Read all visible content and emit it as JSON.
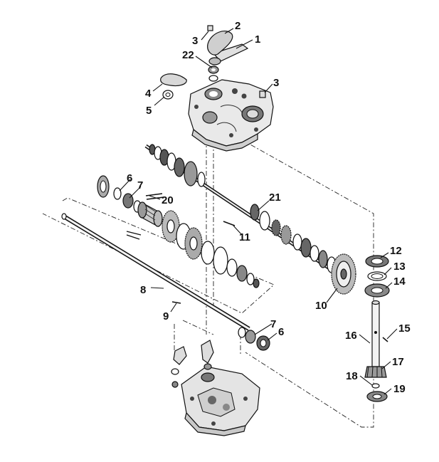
{
  "diagram": {
    "callouts": [
      {
        "id": "c1",
        "label": "1"
      },
      {
        "id": "c2",
        "label": "2"
      },
      {
        "id": "c3a",
        "label": "3"
      },
      {
        "id": "c3b",
        "label": "3"
      },
      {
        "id": "c22",
        "label": "22"
      },
      {
        "id": "c4",
        "label": "4"
      },
      {
        "id": "c5",
        "label": "5"
      },
      {
        "id": "c6a",
        "label": "6"
      },
      {
        "id": "c7a",
        "label": "7"
      },
      {
        "id": "c20",
        "label": "20"
      },
      {
        "id": "c21",
        "label": "21"
      },
      {
        "id": "c11",
        "label": "11"
      },
      {
        "id": "c12",
        "label": "12"
      },
      {
        "id": "c13",
        "label": "13"
      },
      {
        "id": "c14",
        "label": "14"
      },
      {
        "id": "c10",
        "label": "10"
      },
      {
        "id": "c8",
        "label": "8"
      },
      {
        "id": "c9",
        "label": "9"
      },
      {
        "id": "c7b",
        "label": "7"
      },
      {
        "id": "c6b",
        "label": "6"
      },
      {
        "id": "c15",
        "label": "15"
      },
      {
        "id": "c16",
        "label": "16"
      },
      {
        "id": "c17",
        "label": "17"
      },
      {
        "id": "c18",
        "label": "18"
      },
      {
        "id": "c19",
        "label": "19"
      }
    ]
  }
}
